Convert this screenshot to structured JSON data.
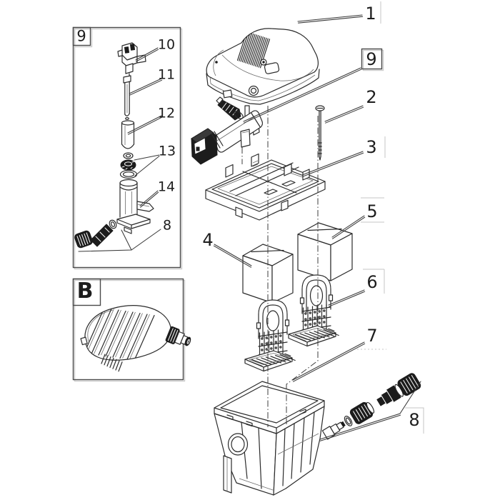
{
  "figure": {
    "type": "exploded-parts-diagram",
    "colors": {
      "background": "#ffffff",
      "line": "#2b2b2b",
      "dark_fill": "#1c1c1c",
      "leader": "#3a3a3a",
      "guide": "#c4c4c4"
    },
    "labels": {
      "p1": "1",
      "p2": "2",
      "p3": "3",
      "p4": "4",
      "p5": "5",
      "p6": "6",
      "p7": "7",
      "p8": "8",
      "p9ref": "9",
      "p10": "10",
      "p11": "11",
      "p12": "12",
      "p13": "13",
      "p14": "14",
      "p8detail": "8",
      "callout9": "9",
      "calloutB": "B"
    }
  }
}
